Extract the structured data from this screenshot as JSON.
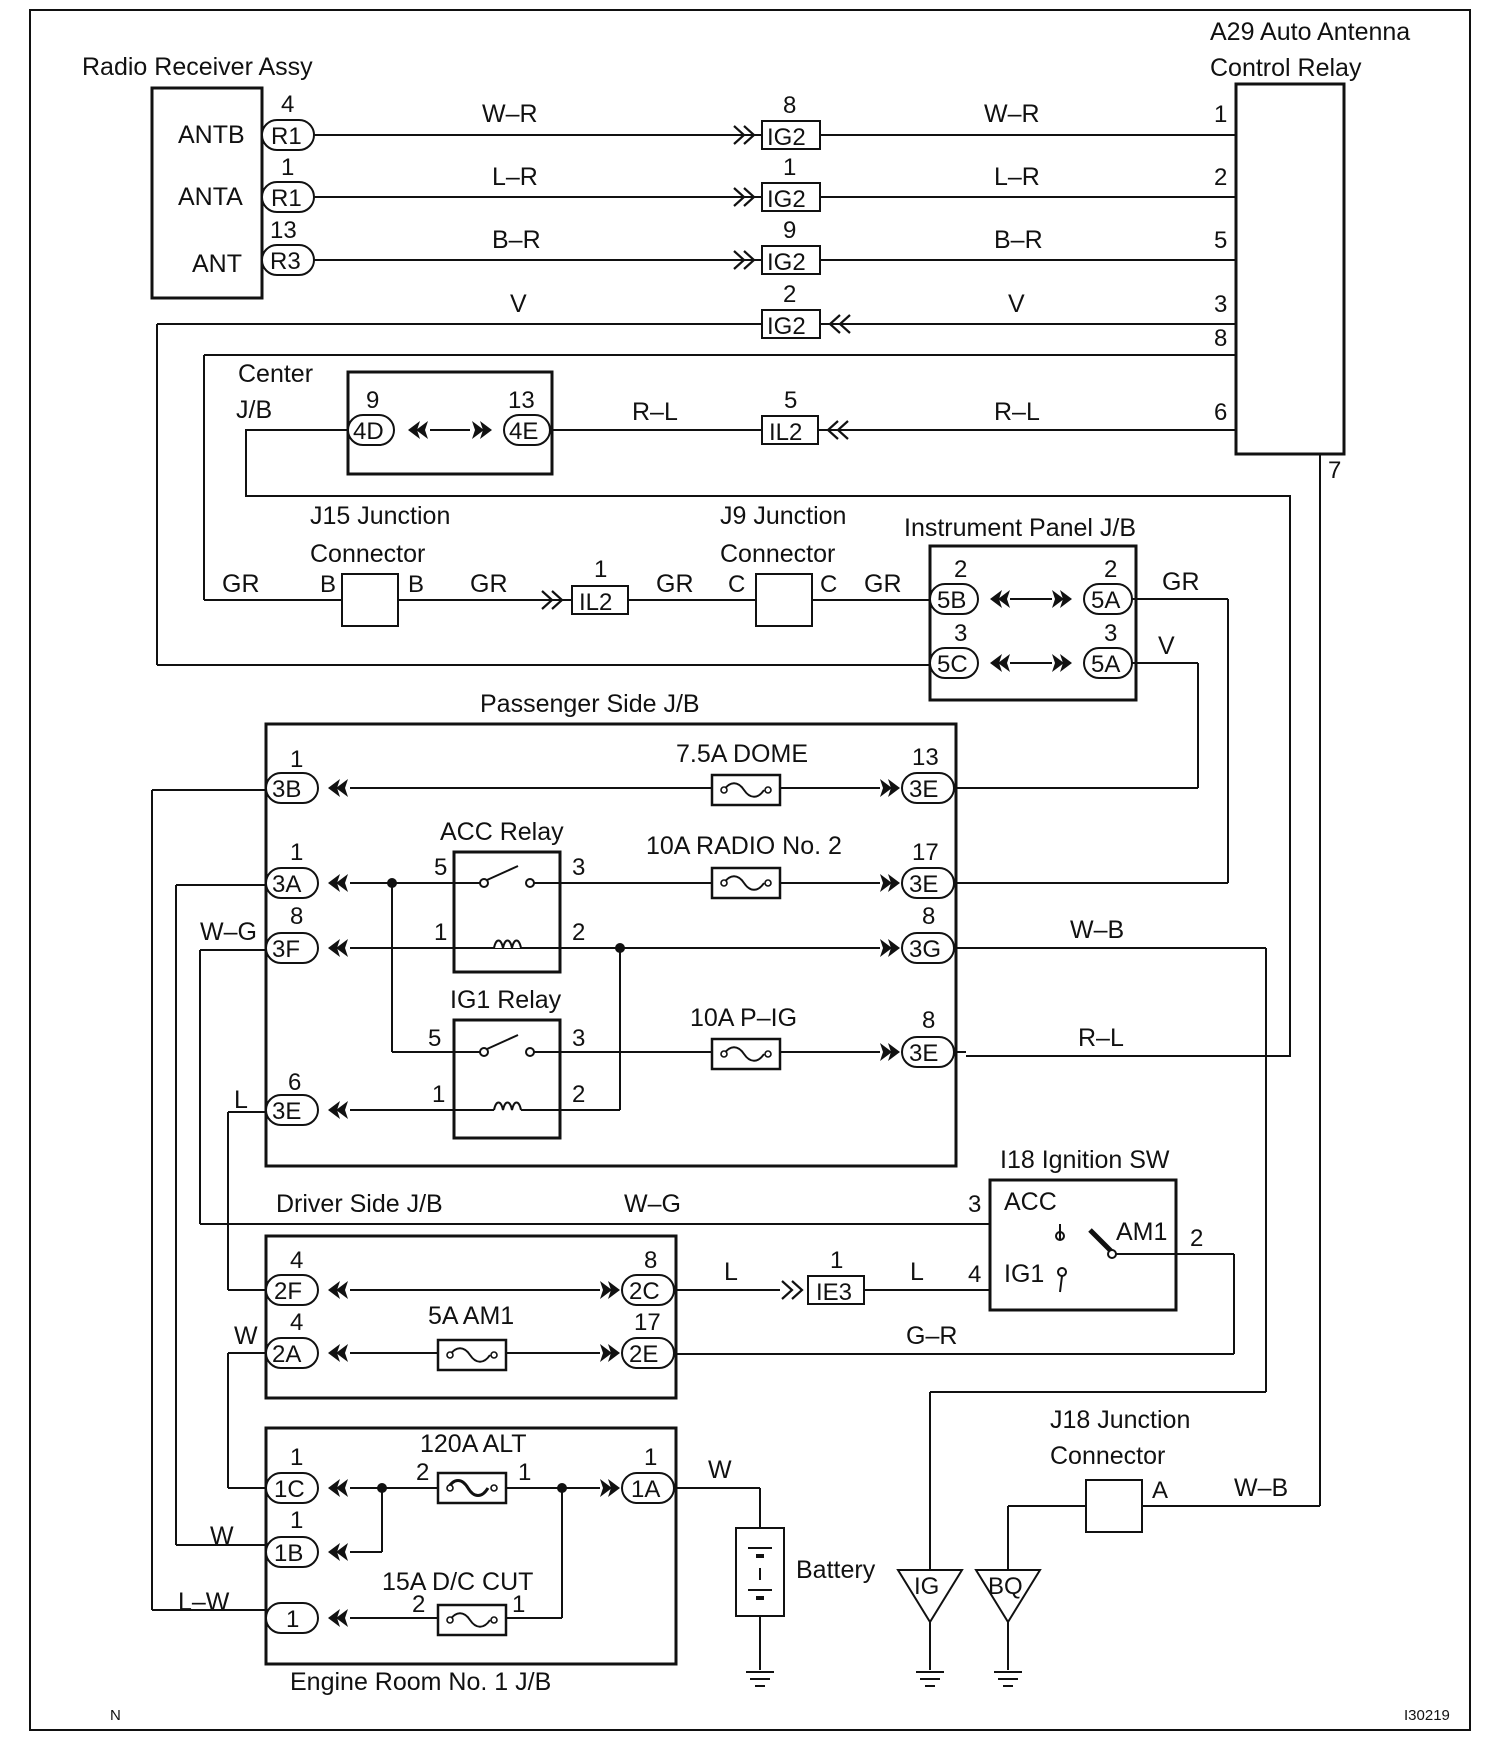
{
  "titles": {
    "radio": "Radio Receiver Assy",
    "relay1": "A29 Auto Antenna",
    "relay2": "Control Relay",
    "center1": "Center",
    "center2": "J/B",
    "j15a": "J15 Junction",
    "j15b": "Connector",
    "j9a": "J9 Junction",
    "j9b": "Connector",
    "ipjb": "Instrument Panel J/B",
    "psjb": "Passenger Side J/B",
    "acc_relay": "ACC Relay",
    "ig1_relay": "IG1 Relay",
    "ign_sw": "I18 Ignition SW",
    "dsjb": "Driver Side J/B",
    "j18a": "J18 Junction",
    "j18b": "Connector",
    "battery": "Battery",
    "erjb": "Engine Room No. 1 J/B",
    "footer_left": "N",
    "footer_right": "I30219"
  },
  "radio_pins": [
    "ANTB",
    "ANTA",
    "ANT"
  ],
  "relay_pins": [
    "1",
    "2",
    "5",
    "3",
    "8",
    "6",
    "7"
  ],
  "fuses": [
    "7.5A DOME",
    "10A RADIO No. 2",
    "10A P–IG",
    "5A AM1",
    "120A ALT",
    "15A D/C CUT"
  ],
  "wires": {
    "wr": "W–R",
    "lr": "L–R",
    "br": "B–R",
    "v": "V",
    "rl": "R–L",
    "gr": "GR",
    "wg": "W–G",
    "wb": "W–B",
    "l": "L",
    "w": "W",
    "gr2": "G–R",
    "lw": "L–W"
  },
  "connectors": {
    "r1": "R1",
    "r3": "R3",
    "ig2": "IG2",
    "il2": "IL2",
    "ie3": "IE3",
    "c4d": "4D",
    "c4e": "4E",
    "c5b": "5B",
    "c5a": "5A",
    "c5c": "5C",
    "c3b": "3B",
    "c3e": "3E",
    "c3a": "3A",
    "c3f": "3F",
    "c3g": "3G",
    "c2f": "2F",
    "c2c": "2C",
    "c2a": "2A",
    "c2e": "2E",
    "c1c": "1C",
    "c1a": "1A",
    "c1b": "1B",
    "c1": "1",
    "j_b": "B",
    "j_c": "C",
    "j_a": "A",
    "ground_ig": "IG",
    "ground_bq": "BQ"
  },
  "switch": {
    "acc": "ACC",
    "am1": "AM1",
    "ig1": "IG1"
  }
}
